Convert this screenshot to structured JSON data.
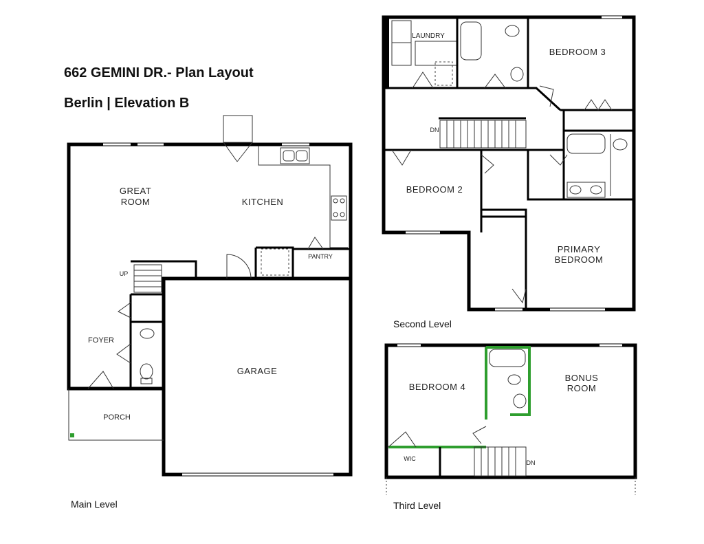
{
  "header": {
    "title": "662 GEMINI DR.- Plan Layout",
    "subtitle": "Berlin | Elevation B"
  },
  "levels": {
    "main": {
      "label": "Main Level",
      "rooms": {
        "great_room": [
          "GREAT",
          "ROOM"
        ],
        "kitchen": "KITCHEN",
        "pantry": "PANTRY",
        "foyer": "FOYER",
        "porch": "PORCH",
        "garage": "GARAGE",
        "stair": "UP"
      }
    },
    "second": {
      "label": "Second Level",
      "rooms": {
        "laundry": "LAUNDRY",
        "bedroom3": "BEDROOM 3",
        "bedroom2": "BEDROOM 2",
        "primary": [
          "PRIMARY",
          "BEDROOM"
        ],
        "stair": "DN"
      }
    },
    "third": {
      "label": "Third Level",
      "rooms": {
        "bedroom4": "BEDROOM 4",
        "bonus": [
          "BONUS",
          "ROOM"
        ],
        "wic": "WIC",
        "stair": "DN"
      }
    }
  },
  "colors": {
    "walls": "#000000",
    "highlight": "#2e9e2e"
  }
}
